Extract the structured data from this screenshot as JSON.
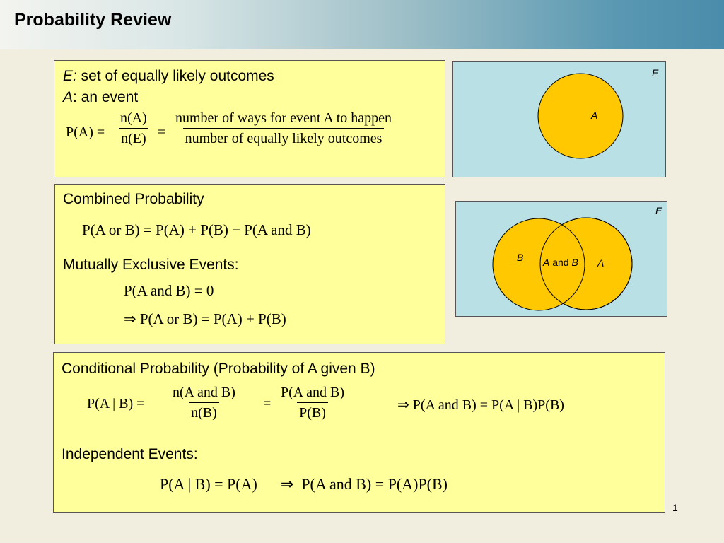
{
  "slide": {
    "title": "Probability Review",
    "page_number": "1"
  },
  "box1": {
    "line1_var": "E:",
    "line1_text": " set of equally likely outcomes",
    "line2_var": "A",
    "line2_text": ": an event",
    "formula": {
      "lhs": "P(A) =",
      "frac1_num": "n(A)",
      "frac1_den": "n(E)",
      "eq": "=",
      "frac2_num": "number of ways for event A to happen",
      "frac2_den": "number of equally likely outcomes"
    }
  },
  "box2": {
    "heading": "Combined Probability",
    "formula": "P(A or B) = P(A) + P(B) − P(A and B)",
    "me_heading": "Mutually Exclusive Events:",
    "me_formula1": "P(A and B) = 0",
    "me_formula2": "⇒ P(A or B) = P(A) + P(B)"
  },
  "box3": {
    "heading": "Conditional Probability (Probability of A given B)",
    "lhs": "P(A | B) =",
    "frac1_num": "n(A and B)",
    "frac1_den": "n(B)",
    "eq": "=",
    "frac2_num": "P(A and B)",
    "frac2_den": "P(B)",
    "implies": "⇒  P(A and B) = P(A | B)P(B)",
    "ind_heading": "Independent Events:",
    "ind_formula": "P(A | B) = P(A)      ⇒  P(A and B) = P(A)P(B)"
  },
  "venn1": {
    "universe_label": "E",
    "set_label": "A"
  },
  "venn2": {
    "universe_label": "E",
    "left_label": "B",
    "middle_label_a": "A",
    "middle_label_and": " and ",
    "middle_label_b": "B",
    "right_label": "A"
  },
  "colors": {
    "box_fill": "#ffff9c",
    "venn_bg": "#b9e0e4",
    "circle_fill": "#ffc800"
  }
}
